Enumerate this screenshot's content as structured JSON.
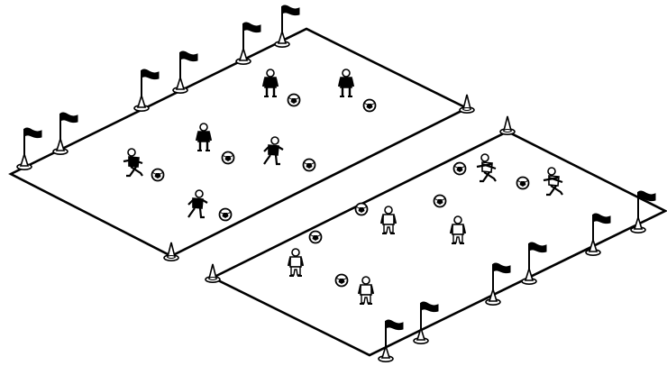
{
  "scene": {
    "description_colors": {
      "ink": "#000000",
      "paper": "#ffffff",
      "team_a_fill": "#000000",
      "team_b_fill": "#ffffff"
    },
    "fields": [
      {
        "name": "field-a",
        "team": "dark"
      },
      {
        "name": "field-b",
        "team": "light"
      }
    ],
    "icons": {
      "flag": "corner-flag-icon",
      "cone": "cone-icon",
      "ball": "soccer-ball-icon",
      "player_dark": "player-dark-icon",
      "player_light": "player-light-icon"
    }
  }
}
